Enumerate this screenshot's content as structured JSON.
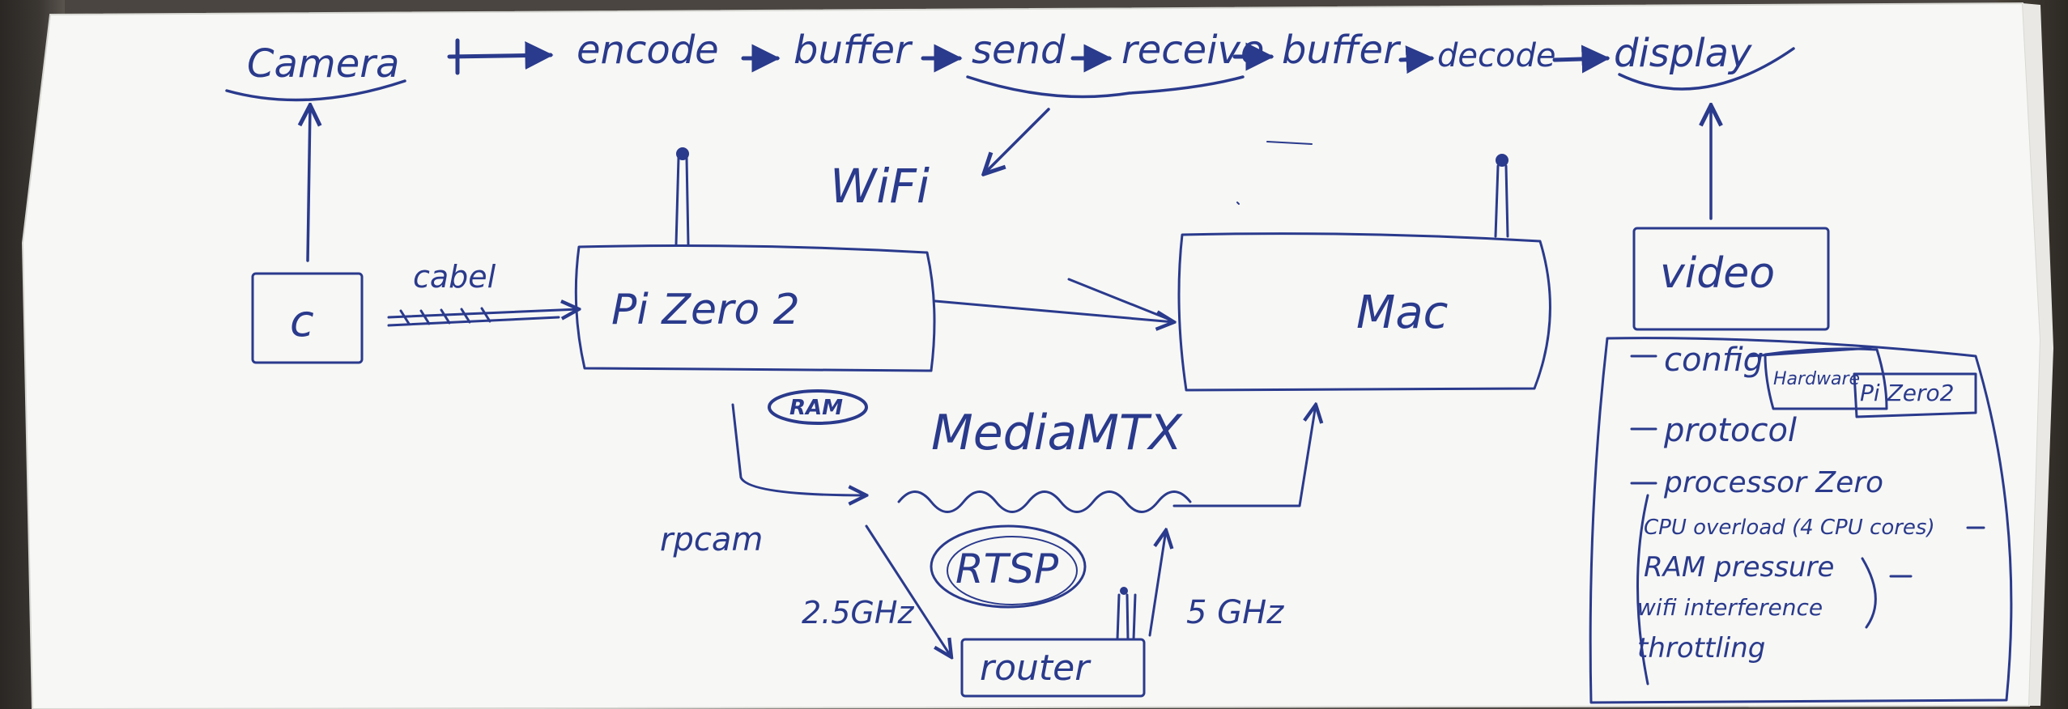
{
  "pipeline": {
    "camera": "Camera",
    "encode": "encode",
    "buffer1": "buffer",
    "send": "send",
    "receive": "receive",
    "buffer2": "buffer",
    "decode": "decode",
    "display": "display"
  },
  "labels": {
    "wifi": "WiFi",
    "cable": "cabel",
    "pi": "Pi Zero 2",
    "mac": "Mac",
    "video": "video",
    "ram": "RAM",
    "mediamtx": "MediaMTX",
    "rpicam": "rpcam",
    "rtsp": "RTSP",
    "ghz24": "2.5GHz",
    "ghz5": "5 GHz",
    "router": "router",
    "cam_icon": "c"
  },
  "notes": {
    "config": "config",
    "hardware": "Hardware",
    "pizero": "Pi Zero2",
    "protocol": "protocol",
    "processor": "processor Zero",
    "cpu": "CPU overload (4 CPU cores)",
    "ram": "RAM pressure",
    "wifi": "wifi interference",
    "throttling": "throttling"
  },
  "colors": {
    "ink": "#2a3a8c",
    "paper": "#f7f7f5"
  }
}
